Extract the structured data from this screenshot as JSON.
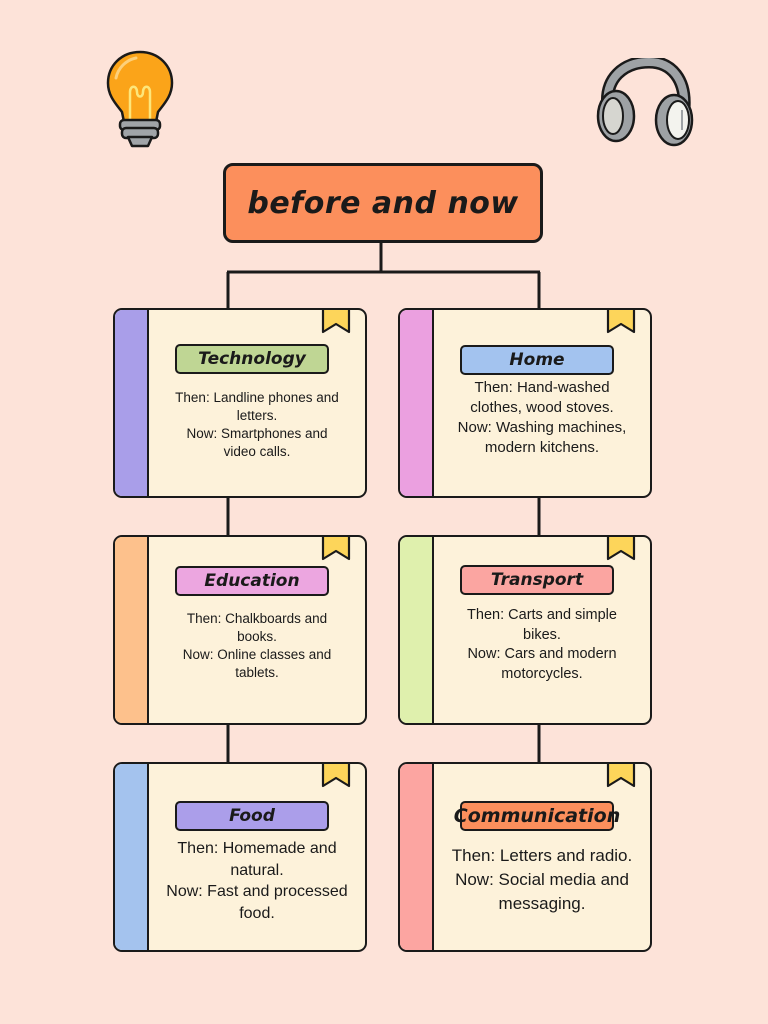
{
  "title": "before and now",
  "colors": {
    "background": "#fde3d9",
    "title_fill": "#fc8f5c",
    "card_fill": "#fdf2da",
    "bookmark": "#fdd55a",
    "outline": "#1a1a1a"
  },
  "icons": {
    "top_left": "light-bulb-icon",
    "top_right": "headphones-icon",
    "card_corner": "bookmark-icon"
  },
  "cards": [
    {
      "label": "Technology",
      "description": "Then: Landline phones and\nletters.\nNow: Smartphones and\nvideo calls.",
      "spine_color": "#a99ee9",
      "label_color": "#bfd694"
    },
    {
      "label": "Home",
      "description": "Then: Hand-washed\nclothes, wood stoves.\nNow: Washing machines,\nmodern kitchens.",
      "spine_color": "#eba0e0",
      "label_color": "#a3c3ef"
    },
    {
      "label": "Education",
      "description": "Then: Chalkboards and\nbooks.\nNow: Online classes and\ntablets.",
      "spine_color": "#fdc18c",
      "label_color": "#eca6e0"
    },
    {
      "label": "Transport",
      "description": "Then: Carts and simple\nbikes.\nNow: Cars and modern\nmotorcycles.",
      "spine_color": "#dff0ad",
      "label_color": "#fba5a1"
    },
    {
      "label": "Food",
      "description": "Then: Homemade and\nnatural.\nNow: Fast and processed\nfood.",
      "spine_color": "#a4c3ee",
      "label_color": "#ab9eea"
    },
    {
      "label": "Communication",
      "description": "Then: Letters and radio.\nNow: Social media and\nmessaging.",
      "spine_color": "#fca5a1",
      "label_color": "#fc8f5c"
    }
  ]
}
